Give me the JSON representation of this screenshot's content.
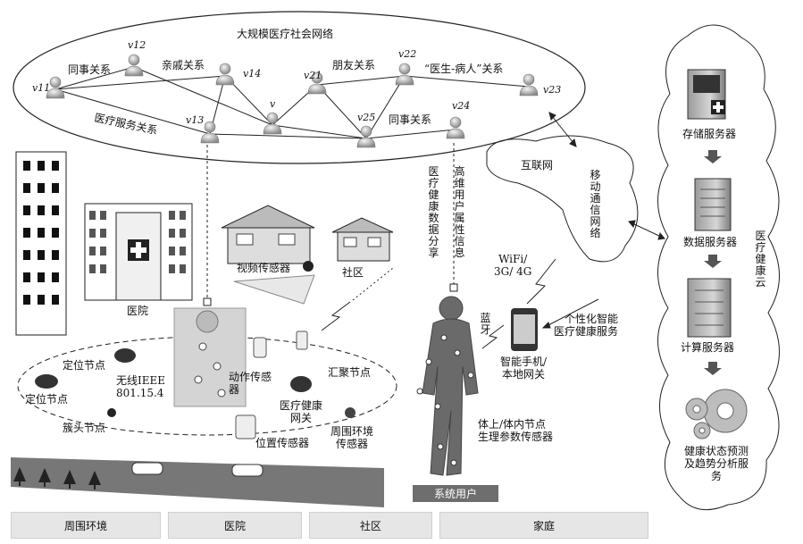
{
  "social_network": {
    "title": "大规模医疗社会网络",
    "relations": {
      "colleague_left": "同事关系",
      "relatives": "亲戚关系",
      "friends": "朋友关系",
      "doctor_patient": "“医生-病人”关系",
      "medical_service": "医疗服务关系",
      "colleague_right": "同事关系"
    },
    "nodes": {
      "v11": "v11",
      "v12": "v12",
      "v13": "v13",
      "v14": "v14",
      "v": "v",
      "v21": "v21",
      "v22": "v22",
      "v23": "v23",
      "v24": "v24",
      "v25": "v25"
    }
  },
  "cloud": {
    "storage_server": "存储服务器",
    "data_server": "数据服务器",
    "compute_server": "计算服务器",
    "analytics": "健康状态预测及趋势分析服务",
    "cloud_label": "医疗健康云"
  },
  "network": {
    "internet": "互联网",
    "mobile": "移动通信网络",
    "medical_data_sharing": "医疗健康数据分享",
    "high_dim_attrs": "高维用户属性信息",
    "wifi": "WiFi/\n3G/ 4G",
    "personalized_service": "个性化智能\n医疗健康服务",
    "smartphone": "智能手机/\n本地网关",
    "bluetooth": "蓝牙"
  },
  "sensing": {
    "hospital": "医院",
    "community": "社区",
    "video_sensor": "视频传感器",
    "locator_node_1": "定位节点",
    "locator_node_2": "定位节点",
    "wireless": "无线IEEE\n801.15.4",
    "cluster_head": "簇头节点",
    "motion_sensor": "动作传感器",
    "sink_node": "汇聚节点",
    "gateway": "医疗健康\n网关",
    "position_sensor": "位置传感器",
    "env_sensor": "周围环境\n传感器",
    "body_nodes": "体上/体内节点\n生理参数传感器",
    "system_user": "系统用户"
  },
  "footer": {
    "env": "周围环境",
    "hospital": "医院",
    "community": "社区",
    "home": "家庭"
  },
  "colors": {
    "line": "#222222",
    "person_fill": "#bdbdbd",
    "bar_fill": "#e6e6e6",
    "user_bar": "#6e6e6e"
  }
}
